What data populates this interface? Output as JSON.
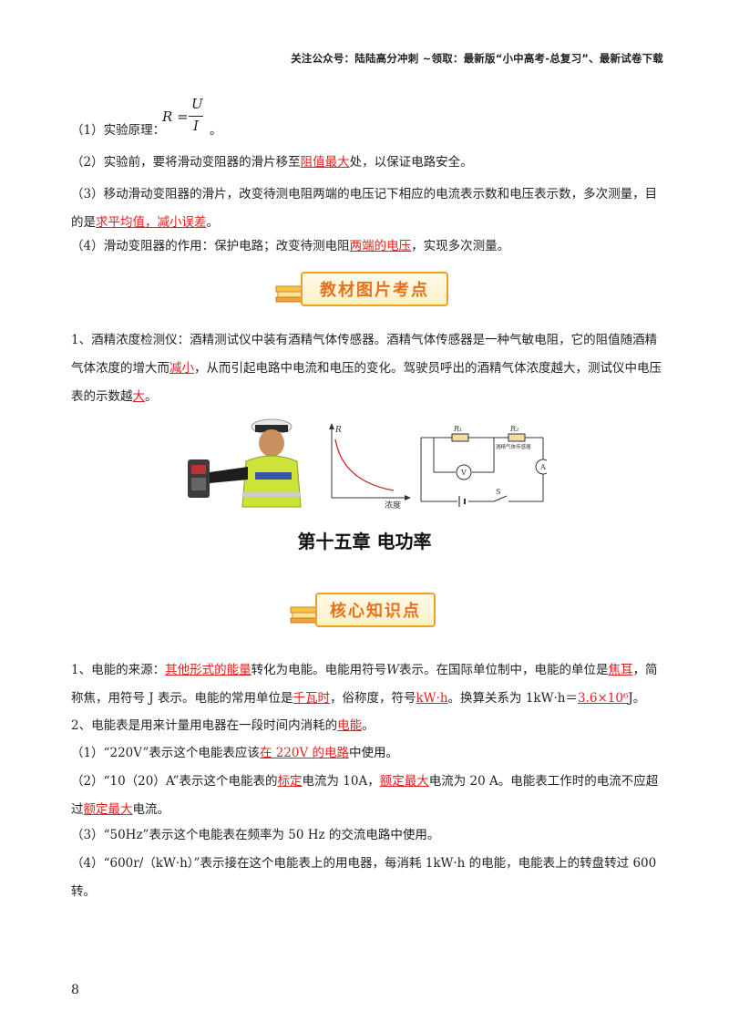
{
  "header": {
    "text": "关注公众号：陆陆高分冲刺  ~领取：最新版“小中高考-总复习”、最新试卷下载"
  },
  "experiment": {
    "principle_prefix": "（1）实验原理：",
    "formula_left": "R =",
    "formula_num": "U",
    "formula_den": "I",
    "principle_suffix": "。",
    "p2_a": "（2）实验前，要将滑动变阻器的滑片移至",
    "p2_red": "阻值最大",
    "p2_b": "处，以保证电路安全。",
    "p3_a": "（3）移动滑动变阻器的滑片，改变待测电阻两端的电压记下相应的电流表示数和电压表示数，多次测量，目的是",
    "p3_red": "求平均值，减小误差",
    "p3_b": "。",
    "p4_a": "（4）滑动变阻器的作用：保护电路；改变待测电阻",
    "p4_red": "两端的电压",
    "p4_b": "，实现多次测量。"
  },
  "banner1": {
    "label": "教材图片考点"
  },
  "alcohol": {
    "a": "1、酒精浓度检测仪：酒精测试仪中装有酒精气体传感器。酒精气体传感器是一种气敏电阻，它的阻值随酒精气体浓度的增大而",
    "red1": "减小",
    "b": "，从而引起电路中电流和电压的变化。驾驶员呼出的酒精气体浓度越大，测试仪中电压表的示数越",
    "red2": "大",
    "c": "。"
  },
  "graph": {
    "ylabel": "R",
    "xlabel": "浓度"
  },
  "circuit": {
    "r1": "R₁",
    "r2": "R₂",
    "sensor": "酒精气体传感器",
    "voltmeter": "V",
    "ammeter": "A",
    "switch": "S"
  },
  "chapter": {
    "title": "第十五章  电功率"
  },
  "banner2": {
    "label": "核心知识点"
  },
  "energy": {
    "a": "1、电能的来源：",
    "red1": "其他形式的能量",
    "b": "转化为电能。电能用符号",
    "sym": "W",
    "c": "表示。在国际单位制中，电能的单位是",
    "red2": "焦耳",
    "d": "，简称焦，用符号 J 表示。电能的常用单位是",
    "red3": "千瓦时",
    "e": "，俗称度，符号",
    "red4": "kW·h",
    "f": "。换算关系为 1kW·h＝",
    "red5": "3.6×10⁶",
    "g": "J。"
  },
  "meter": {
    "l1_a": "2、电能表是用来计量用电器在一段时间内消耗的",
    "l1_red": "电能",
    "l1_b": "。",
    "l2_a": "（1）“220V”表示这个电能表应该",
    "l2_red": "在 220V 的电路",
    "l2_b": "中使用。",
    "l3_a": "（2）“10（20）A”表示这个电能表的",
    "l3_red1": "标定",
    "l3_b": "电流为 10A，",
    "l3_red2": "额定最大",
    "l3_c": "电流为 20 A。电能表工作时的电流不应超过",
    "l3_red3": "额定最大",
    "l3_d": "电流。",
    "l4": "（3）“50Hz”表示这个电能表在频率为 50 Hz 的交流电路中使用。",
    "l5": "（4）“600r/（kW·h）”表示接在这个电能表上的用电器，每消耗 1kW·h 的电能，电能表上的转盘转过 600 转。"
  },
  "page": {
    "number": "8"
  }
}
